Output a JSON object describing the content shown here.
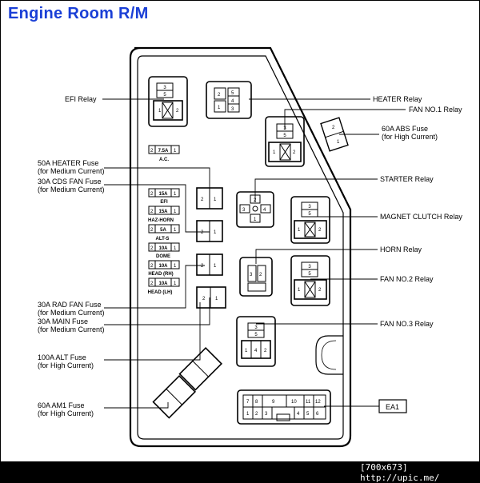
{
  "title": "Engine Room R/M",
  "footer": "[700x673] http://upic.me/",
  "labels": {
    "efi_relay": "EFI Relay",
    "heater_relay": "HEATER Relay",
    "fan1_relay": "FAN NO.1  Relay",
    "abs_fuse": "60A ABS Fuse",
    "abs_fuse_sub": "(for High Current)",
    "heater_fuse": "50A HEATER Fuse",
    "heater_fuse_sub": "(for Medium Current)",
    "cds_fuse": "30A CDS FAN Fuse",
    "cds_fuse_sub": "(for Medium Current)",
    "starter_relay": "STARTER Relay",
    "magnet_relay": "MAGNET CLUTCH Relay",
    "horn_relay": "HORN Relay",
    "fan2_relay": "FAN NO.2 Relay",
    "rad_fuse": "30A RAD FAN Fuse",
    "rad_fuse_sub": "(for Medium Current)",
    "main_fuse": "30A MAIN Fuse",
    "main_fuse_sub": "(for Medium Current)",
    "fan3_relay": "FAN NO.3 Relay",
    "alt_fuse": "100A ALT Fuse",
    "alt_fuse_sub": "(for High Current)",
    "am1_fuse": "60A AM1 Fuse",
    "am1_fuse_sub": "(for High Current)",
    "ea1": "EA1"
  },
  "mini_fuses": [
    {
      "amp": "7.5A",
      "name": "A.C."
    },
    {
      "amp": "15A",
      "name": "EFI"
    },
    {
      "amp": "15A",
      "name": "HAZ-HORN"
    },
    {
      "amp": "5A",
      "name": "ALT-S"
    },
    {
      "amp": "10A",
      "name": "DOME"
    },
    {
      "amp": "10A",
      "name": "HEAD (RH)"
    },
    {
      "amp": "10A",
      "name": "HEAD (LH)"
    }
  ],
  "pins": {
    "one": "1",
    "two": "2",
    "three": "3",
    "four": "4",
    "five": "5"
  },
  "ea1_pins": {
    "top": [
      "7",
      "8",
      "9",
      "10",
      "11",
      "12"
    ],
    "bottom": [
      "1",
      "2",
      "3",
      "4",
      "5",
      "6"
    ]
  }
}
